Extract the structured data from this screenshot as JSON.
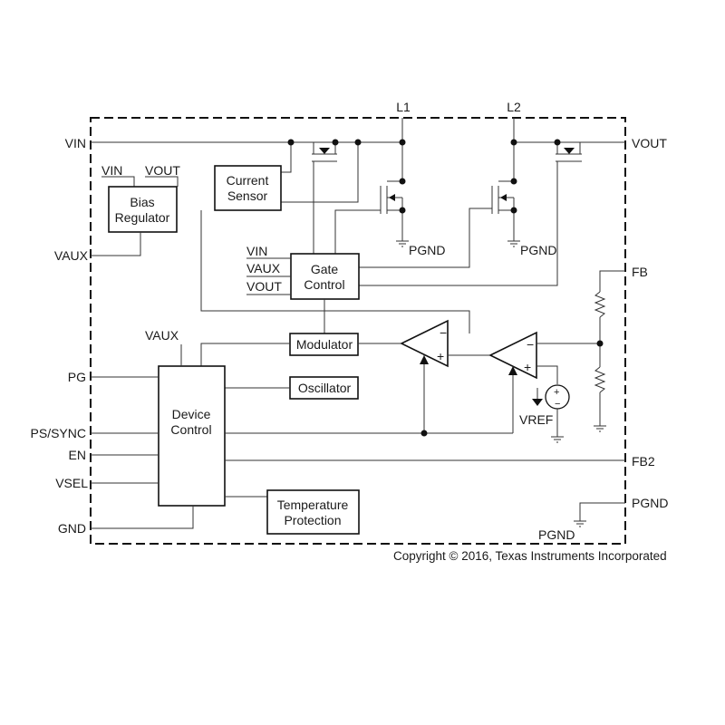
{
  "pins": {
    "vin": "VIN",
    "vaux": "VAUX",
    "pg": "PG",
    "ps_sync": "PS/SYNC",
    "en": "EN",
    "vsel": "VSEL",
    "gnd": "GND",
    "vout": "VOUT",
    "fb": "FB",
    "fb2": "FB2",
    "pgnd": "PGND",
    "l1": "L1",
    "l2": "L2"
  },
  "blocks": {
    "bias_regulator": {
      "line1": "Bias",
      "line2": "Regulator",
      "in_vin": "VIN",
      "in_vout": "VOUT"
    },
    "current_sensor": {
      "line1": "Current",
      "line2": "Sensor"
    },
    "gate_control": {
      "line1": "Gate",
      "line2": "Control",
      "in_vin": "VIN",
      "in_vaux": "VAUX",
      "in_vout": "VOUT"
    },
    "modulator": {
      "label": "Modulator"
    },
    "oscillator": {
      "label": "Oscillator"
    },
    "device_control": {
      "line1": "Device",
      "line2": "Control",
      "in_vaux": "VAUX"
    },
    "temperature_protection": {
      "line1": "Temperature",
      "line2": "Protection"
    }
  },
  "internal_labels": {
    "pgnd_l1": "PGND",
    "pgnd_l2": "PGND",
    "pgnd_bottom": "PGND",
    "vref": "VREF"
  },
  "footer": {
    "copyright": "Copyright © 2016, Texas Instruments Incorporated"
  }
}
